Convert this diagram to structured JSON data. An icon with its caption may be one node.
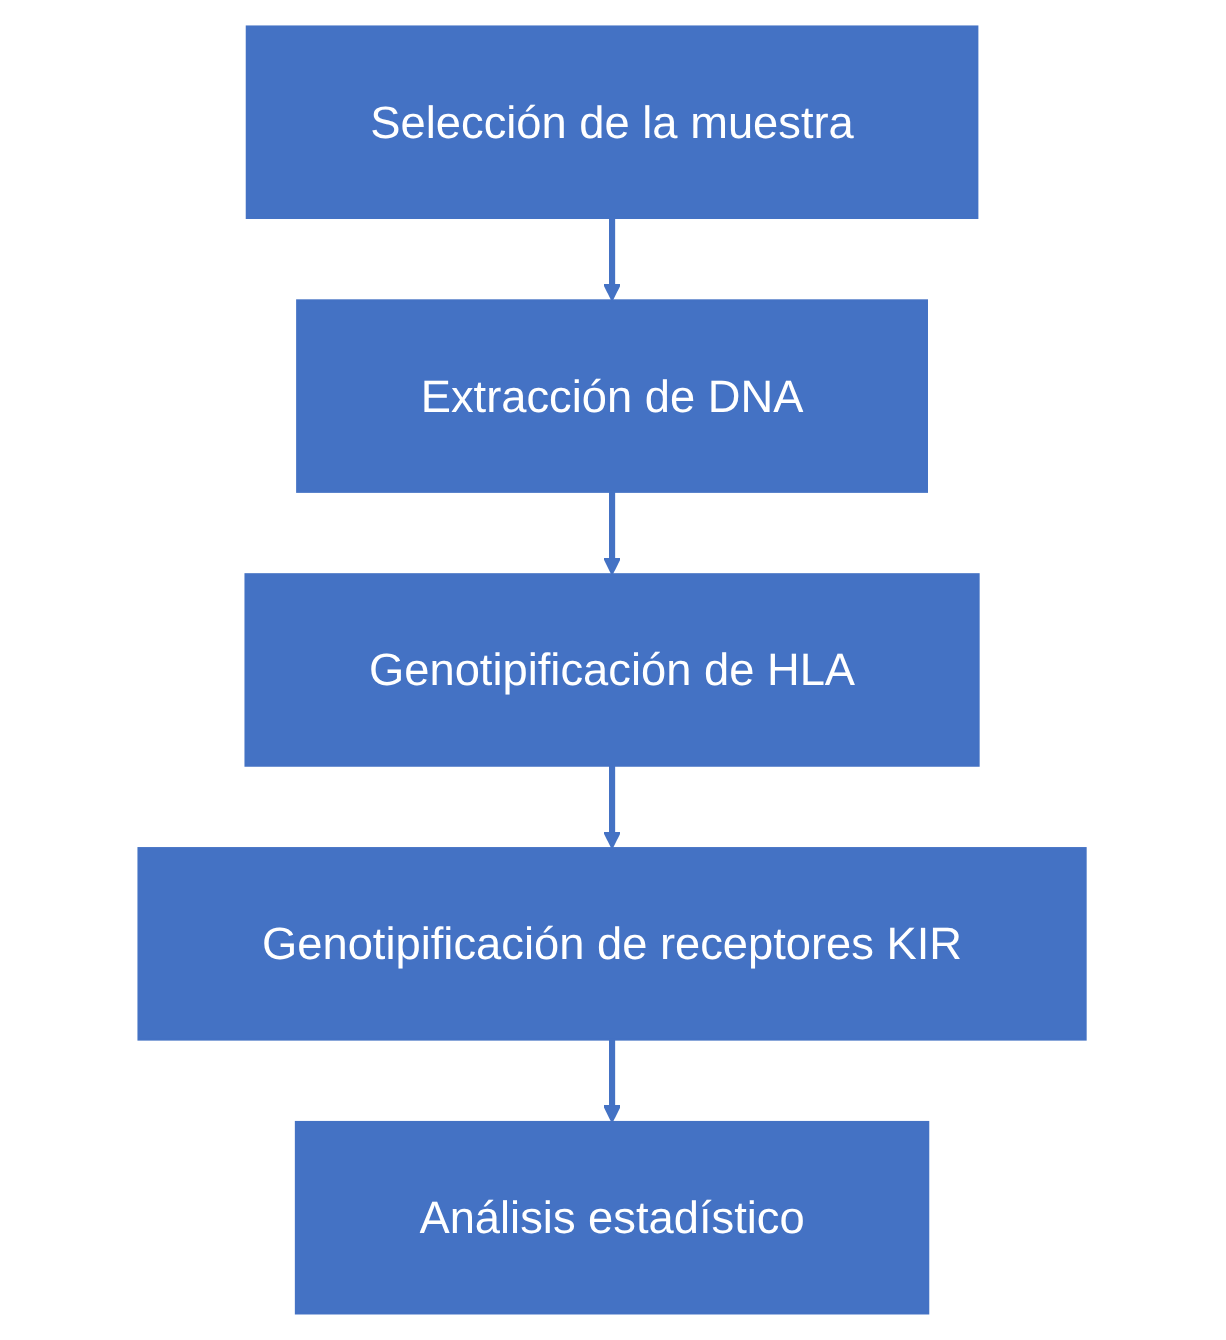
{
  "diagram": {
    "nodes": [
      {
        "text": [
          "Selección de la muestra"
        ]
      },
      {
        "text": [
          "Extracción de DNA"
        ]
      },
      {
        "text": [
          "Genotipificación de HLA"
        ]
      },
      {
        "text": [
          "Genotipificación de receptores KIR"
        ]
      },
      {
        "text": [
          "Análisis estadístico"
        ]
      }
    ],
    "edges": [
      {
        "from": 0,
        "to": 1,
        "arrow": "to"
      },
      {
        "from": 1,
        "to": 2,
        "arrow": "to"
      },
      {
        "from": 2,
        "to": 3,
        "arrow": "to"
      },
      {
        "from": 3,
        "to": 4,
        "arrow": "to"
      }
    ]
  }
}
